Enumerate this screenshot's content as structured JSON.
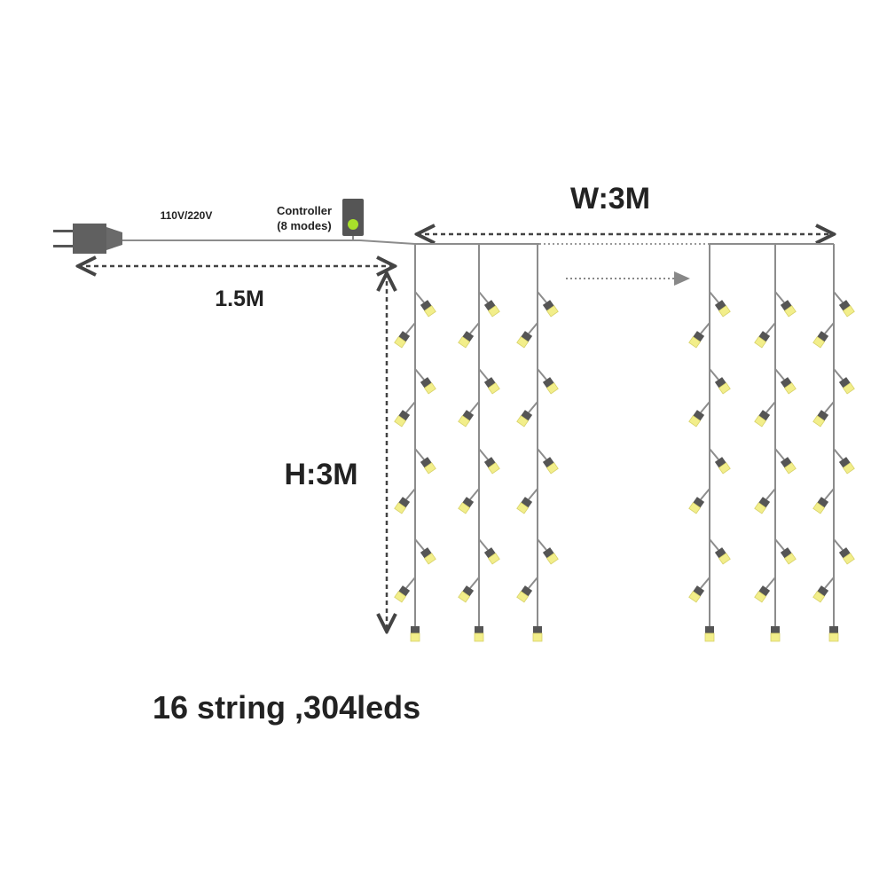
{
  "voltage_label": "110V/220V",
  "controller": {
    "title": "Controller",
    "modes": "(8 modes)"
  },
  "dimensions": {
    "cable": "1.5M",
    "width": "W:3M",
    "height": "H:3M"
  },
  "caption": "16 string ,304leds",
  "colors": {
    "wire": "#8c8c8c",
    "dark": "#555555",
    "led": "#f2ee8a",
    "indicator": "#a8e02a",
    "text": "#222222"
  },
  "icons": [
    "plug-icon",
    "controller-icon",
    "led-bulb-icon",
    "arrow-right-icon"
  ]
}
